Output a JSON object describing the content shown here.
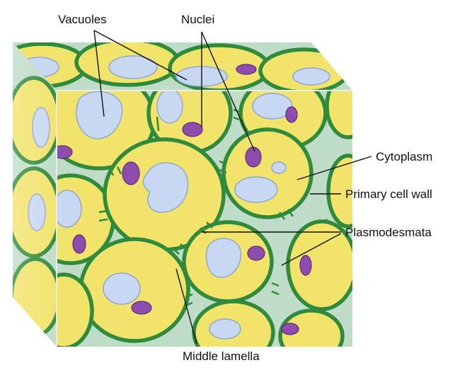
{
  "labels": {
    "vacuoles": "Vacuoles",
    "nuclei": "Nuclei",
    "cytoplasm": "Cytoplasm",
    "primary_cell_wall": "Primary cell wall",
    "plasmodesmata": "Plasmodesmata",
    "middle_lamella": "Middle lamella"
  },
  "colors": {
    "cytoplasm": "#f2e36a",
    "middle_lamella": "#bfdcc8",
    "cell_wall": "#2f8a3c",
    "vacuole": "#c9d8f2",
    "nucleus": "#8d4cae"
  }
}
